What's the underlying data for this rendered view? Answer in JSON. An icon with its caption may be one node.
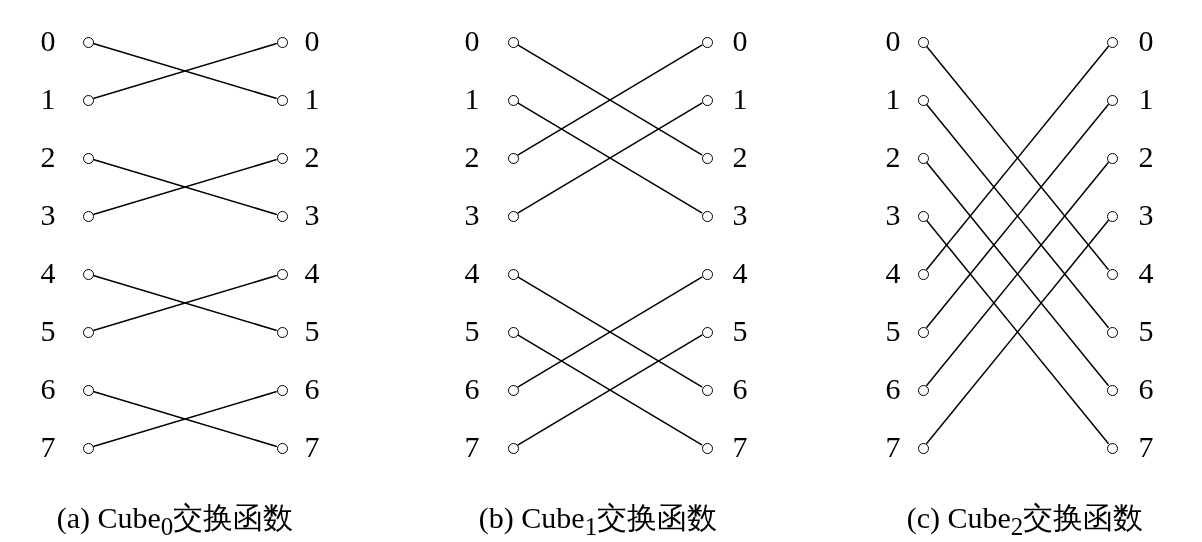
{
  "diagram": {
    "nodes": [
      {
        "text": [],
        "shape": "circle",
        "beside": [
          "0"
        ]
      },
      {
        "text": [],
        "shape": "circle",
        "beside": [
          "1"
        ]
      },
      {
        "text": [],
        "shape": "circle",
        "beside": [
          "2"
        ]
      },
      {
        "text": [],
        "shape": "circle",
        "beside": [
          "3"
        ]
      },
      {
        "text": [],
        "shape": "circle",
        "beside": [
          "4"
        ]
      },
      {
        "text": [],
        "shape": "circle",
        "beside": [
          "5"
        ]
      },
      {
        "text": [],
        "shape": "circle",
        "beside": [
          "6"
        ]
      },
      {
        "text": [],
        "shape": "circle",
        "beside": [
          "7"
        ]
      },
      {
        "text": [],
        "shape": "circle",
        "beside": [
          "0"
        ]
      },
      {
        "text": [],
        "shape": "circle",
        "beside": [
          "1"
        ]
      },
      {
        "text": [],
        "shape": "circle",
        "beside": [
          "2"
        ]
      },
      {
        "text": [],
        "shape": "circle",
        "beside": [
          "3"
        ]
      },
      {
        "text": [],
        "shape": "circle",
        "beside": [
          "4"
        ]
      },
      {
        "text": [],
        "shape": "circle",
        "beside": [
          "5"
        ]
      },
      {
        "text": [],
        "shape": "circle",
        "beside": [
          "6"
        ]
      },
      {
        "text": [],
        "shape": "circle",
        "beside": [
          "7"
        ]
      },
      {
        "text": [],
        "shape": "circle",
        "beside": [
          "0"
        ]
      },
      {
        "text": [],
        "shape": "circle",
        "beside": [
          "1"
        ]
      },
      {
        "text": [],
        "shape": "circle",
        "beside": [
          "2"
        ]
      },
      {
        "text": [],
        "shape": "circle",
        "beside": [
          "3"
        ]
      },
      {
        "text": [],
        "shape": "circle",
        "beside": [
          "4"
        ]
      },
      {
        "text": [],
        "shape": "circle",
        "beside": [
          "5"
        ]
      },
      {
        "text": [],
        "shape": "circle",
        "beside": [
          "6"
        ]
      },
      {
        "text": [],
        "shape": "circle",
        "beside": [
          "7"
        ]
      },
      {
        "text": [],
        "shape": "circle",
        "beside": [
          "0"
        ]
      },
      {
        "text": [],
        "shape": "circle",
        "beside": [
          "1"
        ]
      },
      {
        "text": [],
        "shape": "circle",
        "beside": [
          "2"
        ]
      },
      {
        "text": [],
        "shape": "circle",
        "beside": [
          "3"
        ]
      },
      {
        "text": [],
        "shape": "circle",
        "beside": [
          "4"
        ]
      },
      {
        "text": [],
        "shape": "circle",
        "beside": [
          "5"
        ]
      },
      {
        "text": [],
        "shape": "circle",
        "beside": [
          "6"
        ]
      },
      {
        "text": [],
        "shape": "circle",
        "beside": [
          "7"
        ]
      },
      {
        "text": [],
        "shape": "circle",
        "beside": [
          "0"
        ]
      },
      {
        "text": [],
        "shape": "circle",
        "beside": [
          "1"
        ]
      },
      {
        "text": [],
        "shape": "circle",
        "beside": [
          "2"
        ]
      },
      {
        "text": [],
        "shape": "circle",
        "beside": [
          "3"
        ]
      },
      {
        "text": [],
        "shape": "circle",
        "beside": [
          "4"
        ]
      },
      {
        "text": [],
        "shape": "circle",
        "beside": [
          "5"
        ]
      },
      {
        "text": [],
        "shape": "circle",
        "beside": [
          "6"
        ]
      },
      {
        "text": [],
        "shape": "circle",
        "beside": [
          "7"
        ]
      },
      {
        "text": [],
        "shape": "circle",
        "beside": [
          "0"
        ]
      },
      {
        "text": [],
        "shape": "circle",
        "beside": [
          "1"
        ]
      },
      {
        "text": [],
        "shape": "circle",
        "beside": [
          "2"
        ]
      },
      {
        "text": [],
        "shape": "circle",
        "beside": [
          "3"
        ]
      },
      {
        "text": [],
        "shape": "circle",
        "beside": [
          "4"
        ]
      },
      {
        "text": [],
        "shape": "circle",
        "beside": [
          "5"
        ]
      },
      {
        "text": [],
        "shape": "circle",
        "beside": [
          "6"
        ]
      },
      {
        "text": [],
        "shape": "circle",
        "beside": [
          "7"
        ]
      }
    ],
    "edges": [
      {
        "from": 0,
        "to": 9,
        "arrow": "none"
      },
      {
        "from": 1,
        "to": 8,
        "arrow": "none"
      },
      {
        "from": 2,
        "to": 11,
        "arrow": "none"
      },
      {
        "from": 3,
        "to": 10,
        "arrow": "none"
      },
      {
        "from": 4,
        "to": 13,
        "arrow": "none"
      },
      {
        "from": 5,
        "to": 12,
        "arrow": "none"
      },
      {
        "from": 6,
        "to": 15,
        "arrow": "none"
      },
      {
        "from": 7,
        "to": 14,
        "arrow": "none"
      },
      {
        "from": 16,
        "to": 26,
        "arrow": "none"
      },
      {
        "from": 17,
        "to": 27,
        "arrow": "none"
      },
      {
        "from": 18,
        "to": 24,
        "arrow": "none"
      },
      {
        "from": 19,
        "to": 25,
        "arrow": "none"
      },
      {
        "from": 20,
        "to": 30,
        "arrow": "none"
      },
      {
        "from": 21,
        "to": 31,
        "arrow": "none"
      },
      {
        "from": 22,
        "to": 28,
        "arrow": "none"
      },
      {
        "from": 23,
        "to": 29,
        "arrow": "none"
      },
      {
        "from": 32,
        "to": 44,
        "arrow": "none"
      },
      {
        "from": 33,
        "to": 45,
        "arrow": "none"
      },
      {
        "from": 34,
        "to": 46,
        "arrow": "none"
      },
      {
        "from": 35,
        "to": 47,
        "arrow": "none"
      },
      {
        "from": 36,
        "to": 40,
        "arrow": "none"
      },
      {
        "from": 37,
        "to": 41,
        "arrow": "none"
      },
      {
        "from": 38,
        "to": 42,
        "arrow": "none"
      },
      {
        "from": 39,
        "to": 43,
        "arrow": "none"
      }
    ],
    "labels": [
      "(a) Cube$_{0}$交换函数",
      "(b) Cube$_{1}$交换函数",
      "(c) Cube$_{2}$交换函数"
    ]
  }
}
